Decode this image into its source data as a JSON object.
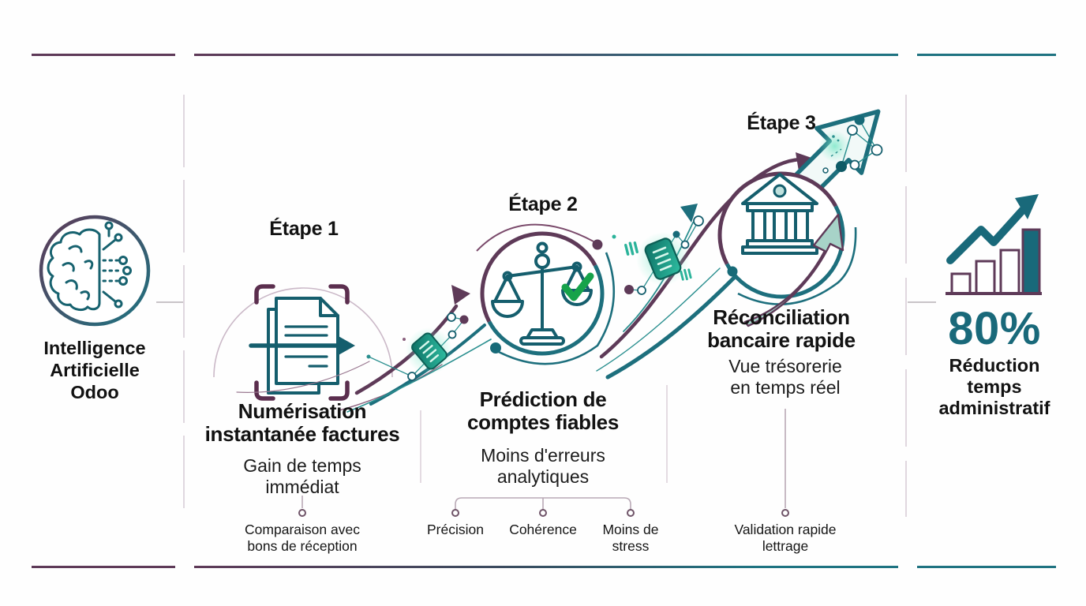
{
  "brand": {
    "label": "Intelligence Artificielle Odoo"
  },
  "steps": [
    {
      "title": "Étape 1",
      "heading": "Numérisation instantanée factures",
      "subtext": "Gain de temps immédiat",
      "notes": [
        "Comparaison avec bons de réception"
      ]
    },
    {
      "title": "Étape 2",
      "heading": "Prédiction de comptes fiables",
      "subtext": "Moins d'erreurs analytiques",
      "notes": [
        "Précision",
        "Cohérence",
        "Moins de stress"
      ]
    },
    {
      "title": "Étape 3",
      "heading": "Réconciliation bancaire rapide",
      "subtext": "Vue trésorerie en temps réel",
      "notes": [
        "Validation rapide lettrage"
      ]
    }
  ],
  "result": {
    "value": "80%",
    "label": "Réduction temps administratif"
  },
  "icons": {
    "brand": "brain-circuit-icon",
    "step1": "invoice-scan-icon",
    "step2": "balance-scale-check-icon",
    "step3": "bank-building-arrow-icon",
    "flow": "data-flow-chip-icon",
    "growth": "big-growth-arrow-icon",
    "result": "bar-chart-growth-icon"
  },
  "palette": {
    "plum": "#5e3a58",
    "teal": "#1f7381",
    "dark_teal": "#19697a",
    "icon_teal": "#155e6d",
    "green": "#16a34a",
    "mint": "#a7d3c8",
    "glow": "#7de8c9",
    "ink": "#121212"
  }
}
